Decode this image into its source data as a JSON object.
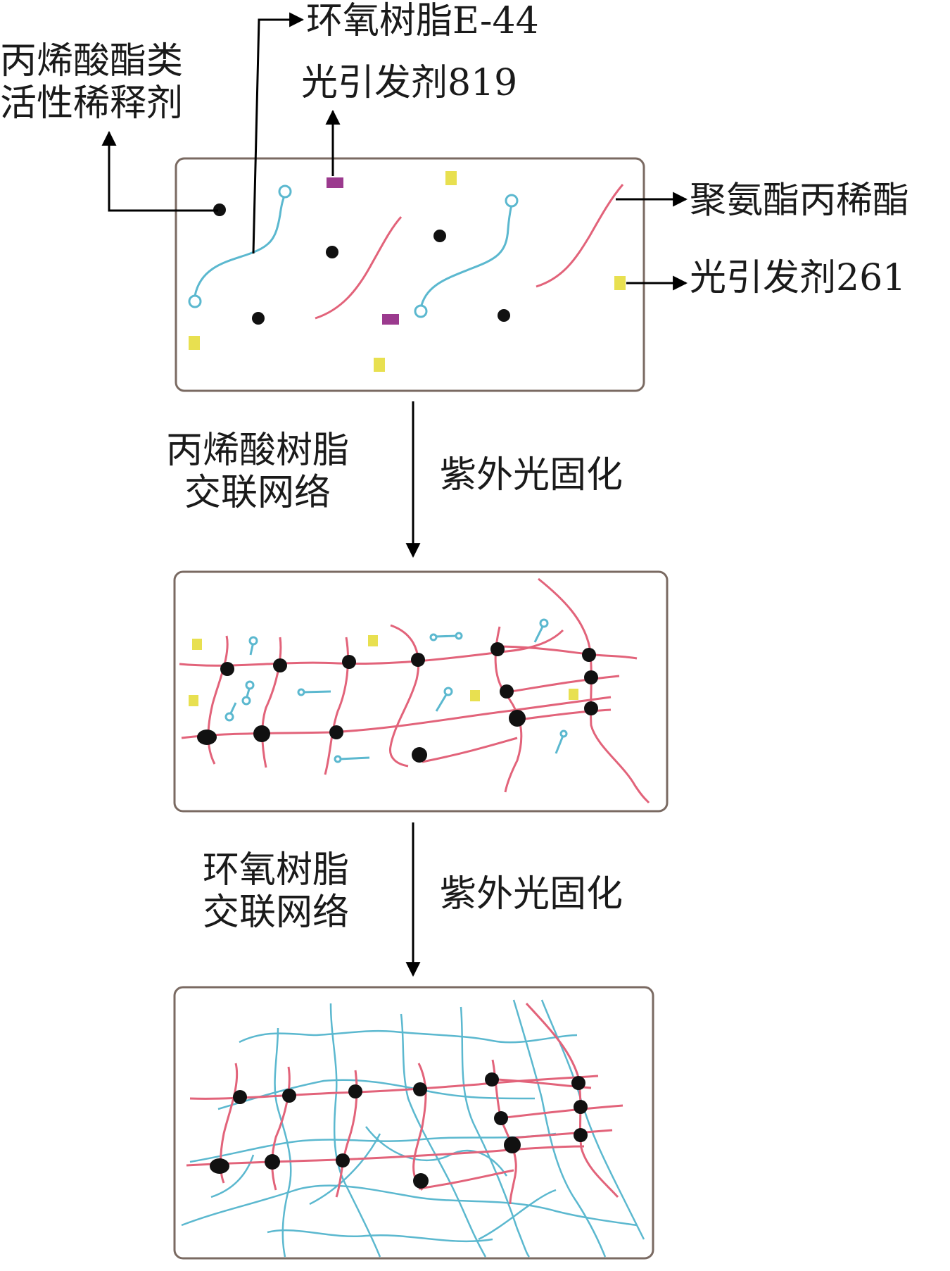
{
  "labels": {
    "acrylate_diluent": [
      "丙烯酸酯类",
      "活性稀释剂"
    ],
    "epoxy_resin": "环氧树脂E-44",
    "photoinitiator_819": "光引发剂819",
    "urethane_acrylate": "聚氨酯丙稀酯",
    "photoinitiator_261": "光引发剂261",
    "step1_left": [
      "丙烯酸树脂",
      "交联网络"
    ],
    "step1_right": "紫外光固化",
    "step2_left": [
      "环氧树脂",
      "交联网络"
    ],
    "step2_right": "紫外光固化"
  },
  "colors": {
    "frame": "#7a6a62",
    "urethane_chain": "#e2637a",
    "epoxy_chain": "#5bb8cf",
    "acrylate_dot": "#111111",
    "initiator_819": "#9b3a8e",
    "initiator_261": "#e8e050",
    "line": "#000000"
  }
}
